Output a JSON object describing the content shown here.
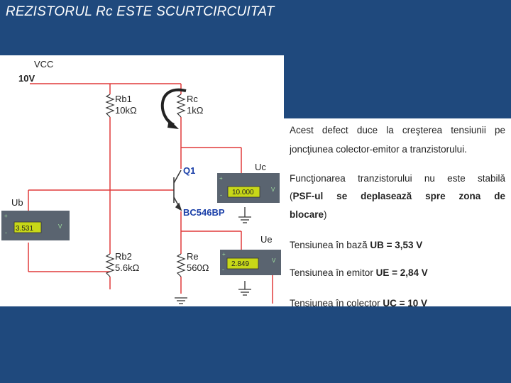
{
  "slide_title": "REZISTORUL Rc ESTE SCURTCIRCUITAT",
  "circuit": {
    "vcc_label": "VCC",
    "vcc_value": "10V",
    "rb1_name": "Rb1",
    "rb1_value": "10kΩ",
    "rc_name": "Rc",
    "rc_value": "1kΩ",
    "q1_name": "Q1",
    "q1_model": "BC546BP",
    "rb2_name": "Rb2",
    "rb2_value": "5.6kΩ",
    "re_name": "Re",
    "re_value": "560Ω",
    "meter_ub_label": "Ub",
    "meter_ub_reading": "3.531",
    "meter_uc_label": "Uc",
    "meter_uc_reading": "10.000",
    "meter_ue_label": "Ue",
    "meter_ue_reading": "2.849",
    "meter_unit": "V",
    "meter_plus": "+",
    "meter_minus": "-",
    "colors": {
      "wire": "#e03a3a",
      "meter_body": "#5a6470",
      "meter_display": "#c8d818"
    }
  },
  "text": {
    "p1_line1": "Acest defect duce la creşterea tensiunii pe",
    "p1_line2": "joncţiunea colector-emitor a tranzistorului.",
    "p2_line1": "Funcţionarea tranzistorului nu este stabilă",
    "p2_line2_a": "(",
    "p2_line2_b": "PSF-ul se deplasează spre zona de",
    "p2_line3_a": "blocare",
    "p2_line3_b": ")",
    "ub_prefix": "Tensiunea în bază ",
    "ub_value": "UB = 3,53 V",
    "ue_prefix": "Tensiunea în emitor ",
    "ue_value": "UE = 2,84 V",
    "uc_prefix": "Tensiunea în colector ",
    "uc_value": "UC = 10 V"
  }
}
